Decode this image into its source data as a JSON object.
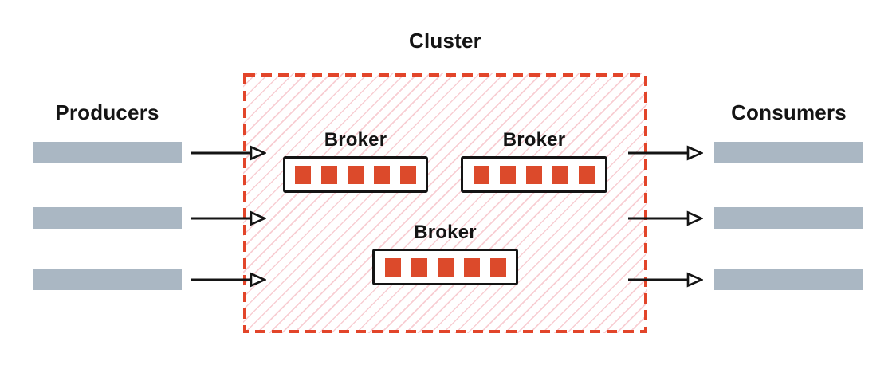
{
  "diagram": {
    "title": "Cluster",
    "producers": {
      "label": "Producers",
      "count": 3
    },
    "consumers": {
      "label": "Consumers",
      "count": 3
    },
    "brokers": [
      {
        "label": "Broker",
        "partitions": 5
      },
      {
        "label": "Broker",
        "partitions": 5
      },
      {
        "label": "Broker",
        "partitions": 5
      }
    ],
    "arrows": {
      "producer_to_cluster": 3,
      "cluster_to_consumer": 3
    },
    "colors": {
      "accent_red": "#E2452A",
      "partition_red": "#DC4A2B",
      "hatch_pink": "#F8CED3",
      "bar_gray": "#AAB7C3",
      "text": "#141414"
    }
  }
}
